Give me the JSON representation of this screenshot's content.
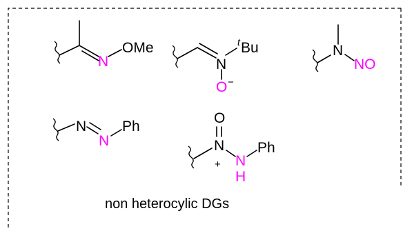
{
  "colors": {
    "black": "#000000",
    "highlight": "#ff00ff"
  },
  "caption": "non heterocylic DGs",
  "structures": {
    "oxime_ether": {
      "n": "N",
      "ome": "OMe"
    },
    "nitrone": {
      "n": "N",
      "t": "t",
      "bu": "Bu",
      "o": "O",
      "minus": "−"
    },
    "nitrosamine": {
      "n": "N",
      "no": "NO"
    },
    "azobenzene": {
      "n1": "N",
      "n2": "N",
      "ph": "Ph"
    },
    "hydrazide": {
      "o": "O",
      "n1": "N",
      "plus": "+",
      "n2": "N",
      "h": "H",
      "ph": "Ph"
    }
  }
}
